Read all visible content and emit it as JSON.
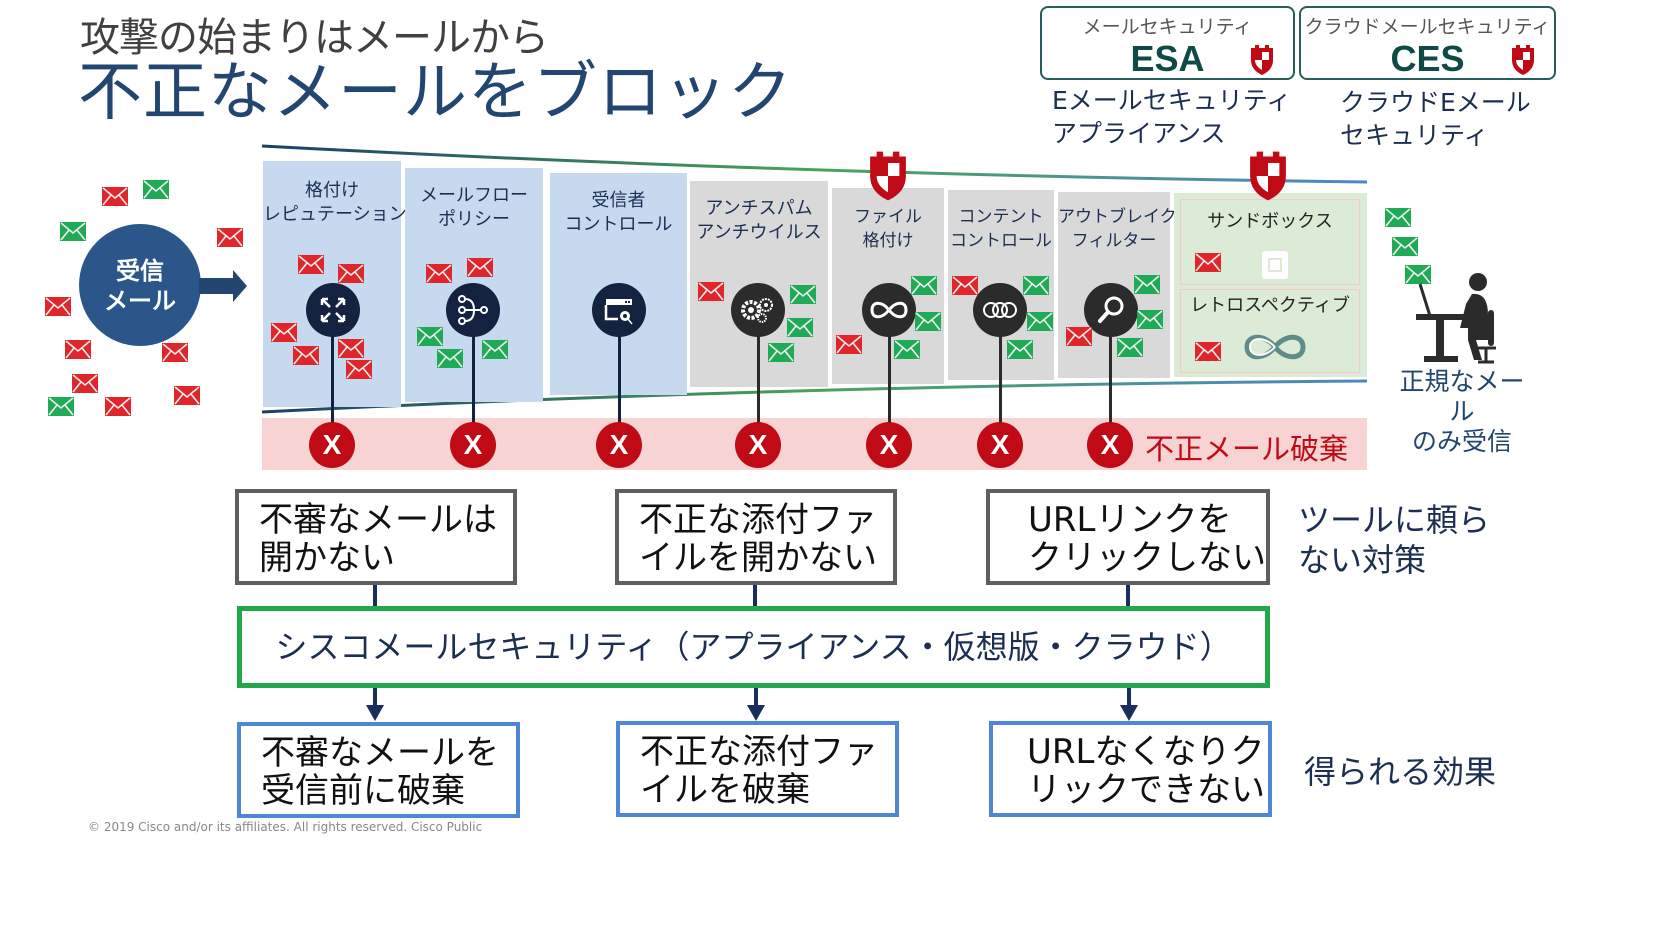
{
  "header": {
    "title_line1": "攻撃の始まりはメールから",
    "title_line2": "不正なメールをブロック"
  },
  "products": [
    {
      "category": "メールセキュリティ",
      "name": "ESA",
      "desc_line1": "Eメールセキュリティ",
      "desc_line2": "アプライアンス",
      "icon": "shield-icon"
    },
    {
      "category": "クラウドメールセキュリティ",
      "name": "CES",
      "desc_line1": "クラウドEメール",
      "desc_line2": "セキュリティ",
      "icon": "shield-icon"
    }
  ],
  "incoming": {
    "label_line1": "受信",
    "label_line2": "メール"
  },
  "stages": [
    {
      "line1": "格付け",
      "line2": "レピュテーション",
      "icon": "expand-arrows-icon"
    },
    {
      "line1": "メールフロー",
      "line2": "ポリシー",
      "icon": "flow-branch-icon"
    },
    {
      "line1": "受信者",
      "line2": "コントロール",
      "icon": "window-gear-icon"
    },
    {
      "line1": "アンチスパム",
      "line2": "アンチウイルス",
      "icon": "gears-icon"
    },
    {
      "line1": "ファイル",
      "line2": "格付け",
      "icon": "infinity-icon"
    },
    {
      "line1": "コンテント",
      "line2": "コントロール",
      "icon": "rotating-rings-icon"
    },
    {
      "line1": "アウトブレイク",
      "line2": "フィルター",
      "icon": "magnifier-icon"
    }
  ],
  "sandbox": {
    "label": "サンドボックス",
    "retro_label": "レトロスペクティブ"
  },
  "discard": {
    "mark": "X",
    "label": "不正メール破棄"
  },
  "recipient": {
    "line1": "正規なメール",
    "line2": "のみ受信"
  },
  "user_actions": [
    {
      "line1": "不審なメールは",
      "line2": "開かない"
    },
    {
      "line1": "不正な添付ファ",
      "line2": "イルを開かない"
    },
    {
      "line1": "URLリンクを",
      "line2": "クリックしない"
    }
  ],
  "user_actions_label": {
    "line1": "ツールに頼ら",
    "line2": "ない対策"
  },
  "cisco_solution": "シスコメールセキュリティ（アプライアンス・仮想版・クラウド）",
  "effects": [
    {
      "line1": "不審なメールを",
      "line2": "受信前に破棄"
    },
    {
      "line1": "不正な添付ファ",
      "line2": "イルを破棄"
    },
    {
      "line1": "URLなくなりク",
      "line2": "リックできない"
    }
  ],
  "effects_label": "得られる効果",
  "footer": "© 2019  Cisco and/or its affiliates. All rights reserved.   Cisco Public",
  "colors": {
    "title_blue": "#22466f",
    "malicious_red": "#e0262b",
    "legit_green": "#1faa55",
    "discard_red": "#c00a16",
    "cisco_green": "#20a84a",
    "effect_blue": "#4f86d6"
  }
}
